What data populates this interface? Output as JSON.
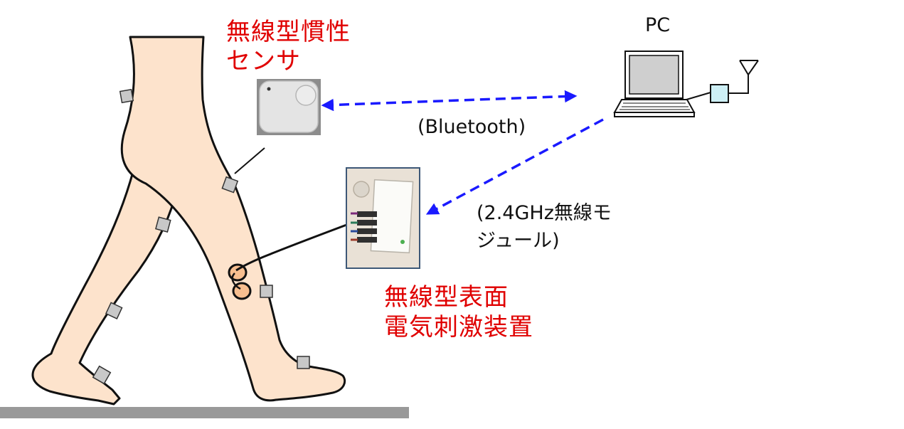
{
  "labels": {
    "sensor_line1": "無線型慣性",
    "sensor_line2": "センサ",
    "pc": "PC",
    "bluetooth": "(Bluetooth)",
    "module_line1": "(2.4GHz無線モ",
    "module_line2": "ジュール)",
    "stim_line1": "無線型表面",
    "stim_line2": "電気刺激装置"
  },
  "icons": {
    "computer": "laptop-icon",
    "radio": "antenna-icon",
    "sensor": "inertial-sensor-device",
    "stimulator": "stimulator-device"
  },
  "colors": {
    "label_red": "#e00000",
    "link_blue": "#1a1aff",
    "skin": "#fde3cc",
    "marker": "#c8c8c8",
    "electrode": "#f7be8f",
    "floor": "#999999",
    "module": "#cdeff5"
  }
}
